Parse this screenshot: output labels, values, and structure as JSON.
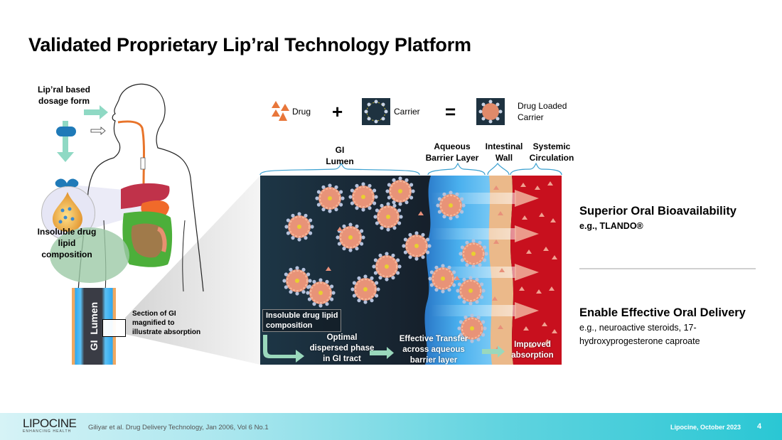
{
  "slide": {
    "title": "Validated Proprietary Lip’ral Technology Platform",
    "page_number": "4"
  },
  "left_panel": {
    "dosage_label_1": "Lip’ral based",
    "dosage_label_2": "dosage form",
    "composition_label_1": "Insoluble drug",
    "composition_label_2": "lipid",
    "composition_label_3": "composition",
    "gi_lumen_label": "GI  Lumen",
    "section_label_1": "Section of GI",
    "section_label_2": "magnified to",
    "section_label_3": "illustrate absorption"
  },
  "legend": {
    "drug": "Drug",
    "plus": "+",
    "carrier": "Carrier",
    "equals": "=",
    "loaded_1": "Drug Loaded",
    "loaded_2": "Carrier"
  },
  "regions": {
    "gi_1": "GI",
    "gi_2": "Lumen",
    "aq_1": "Aqueous",
    "aq_2": "Barrier Layer",
    "iw_1": "Intestinal",
    "iw_2": "Wall",
    "sc_1": "Systemic",
    "sc_2": "Circulation"
  },
  "diagram": {
    "box_1": "Insoluble drug lipid",
    "box_2": "composition",
    "step1_1": "Optimal",
    "step1_2": "dispersed phase",
    "step1_3": "in GI tract",
    "step2_1": "Effective Transfer",
    "step2_2": "across aqueous",
    "step2_3": "barrier layer",
    "step3_1": "Improved",
    "step3_2": "absorption"
  },
  "benefits": [
    {
      "heading": "Superior Oral Bioavailability",
      "sub": "e.g., TLANDO®"
    },
    {
      "heading": "Enable Effective Oral Delivery",
      "sub_1": "e.g., neuroactive steroids, 17-",
      "sub_2": "hydroxyprogesterone caproate"
    }
  ],
  "footer": {
    "logo": "LIPOCINE",
    "logo_tagline": "ENHANCING HEALTH",
    "citation": "Giliyar et al. Drug Delivery Technology, Jan 2006, Vol 6 No.1",
    "company_date": "Lipocine, October 2023"
  },
  "colors": {
    "arrow_mint": "#8fd9c4",
    "capsule_blue": "#1f7ab8",
    "lumen_dark": "#1b2a3a",
    "barrier_blue": "#3a9ae0",
    "wall_tan": "#e9b98a",
    "blood_red": "#c8101e",
    "footer_teal": "#2ac7d4"
  }
}
